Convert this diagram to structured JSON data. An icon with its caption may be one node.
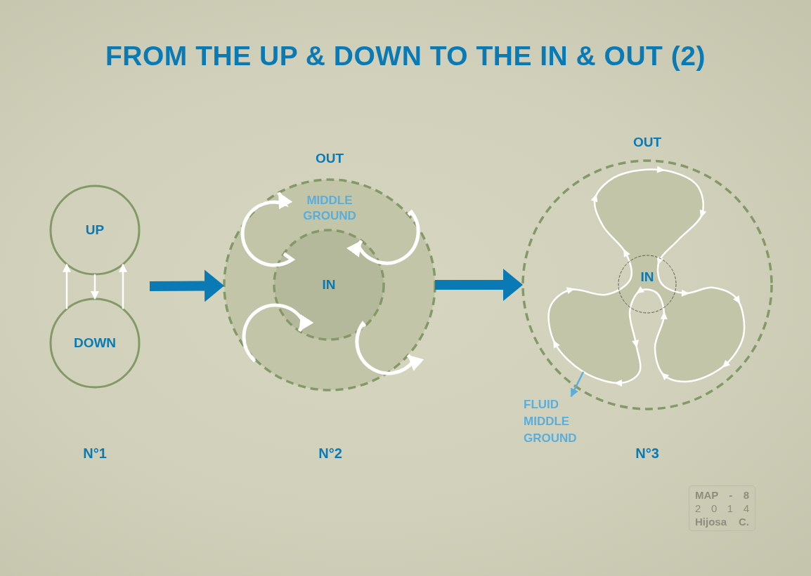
{
  "diagram": {
    "title": "FROM THE UP & DOWN TO THE IN & OUT (2)",
    "nodes": [
      {
        "text": [
          "UP"
        ]
      },
      {
        "text": [
          "DOWN"
        ]
      },
      {
        "text": [
          "OUT",
          "MIDDLE GROUND"
        ]
      },
      {
        "text": [
          "IN"
        ],
        "in": 2
      },
      {
        "text": [
          "OUT"
        ]
      },
      {
        "text": [],
        "shape": "loop",
        "in": 4
      },
      {
        "text": [
          "IN"
        ],
        "in": 5
      },
      {
        "text": [
          "FLUID MIDDLE GROUND"
        ]
      },
      {
        "text": [
          "MAP - 8",
          "2 0 1 4",
          "Hijosa C."
        ]
      }
    ],
    "edges": [
      {
        "from": 1,
        "to": 0,
        "arrow": "to"
      },
      {
        "from": 0,
        "to": 1,
        "arrow": "to"
      },
      {
        "from": 1,
        "to": 0,
        "arrow": "to"
      },
      {
        "from": null,
        "to": 2,
        "arrow": "to",
        "style": "thick",
        "color": "#0a7ab5"
      },
      {
        "from": 3,
        "to": 2,
        "arrow": "to"
      },
      {
        "from": 2,
        "to": 3,
        "arrow": "to"
      },
      {
        "from": 2,
        "to": 3,
        "arrow": "to"
      },
      {
        "from": 3,
        "to": 2,
        "arrow": "to"
      },
      {
        "from": 2,
        "to": 4,
        "arrow": "to",
        "style": "thick",
        "color": "#0a7ab5"
      },
      {
        "from": 5,
        "to": 7,
        "arrow": "to",
        "color": "#5aaedb"
      }
    ],
    "labels": [
      "N°1",
      "N°2",
      "N°3"
    ]
  }
}
